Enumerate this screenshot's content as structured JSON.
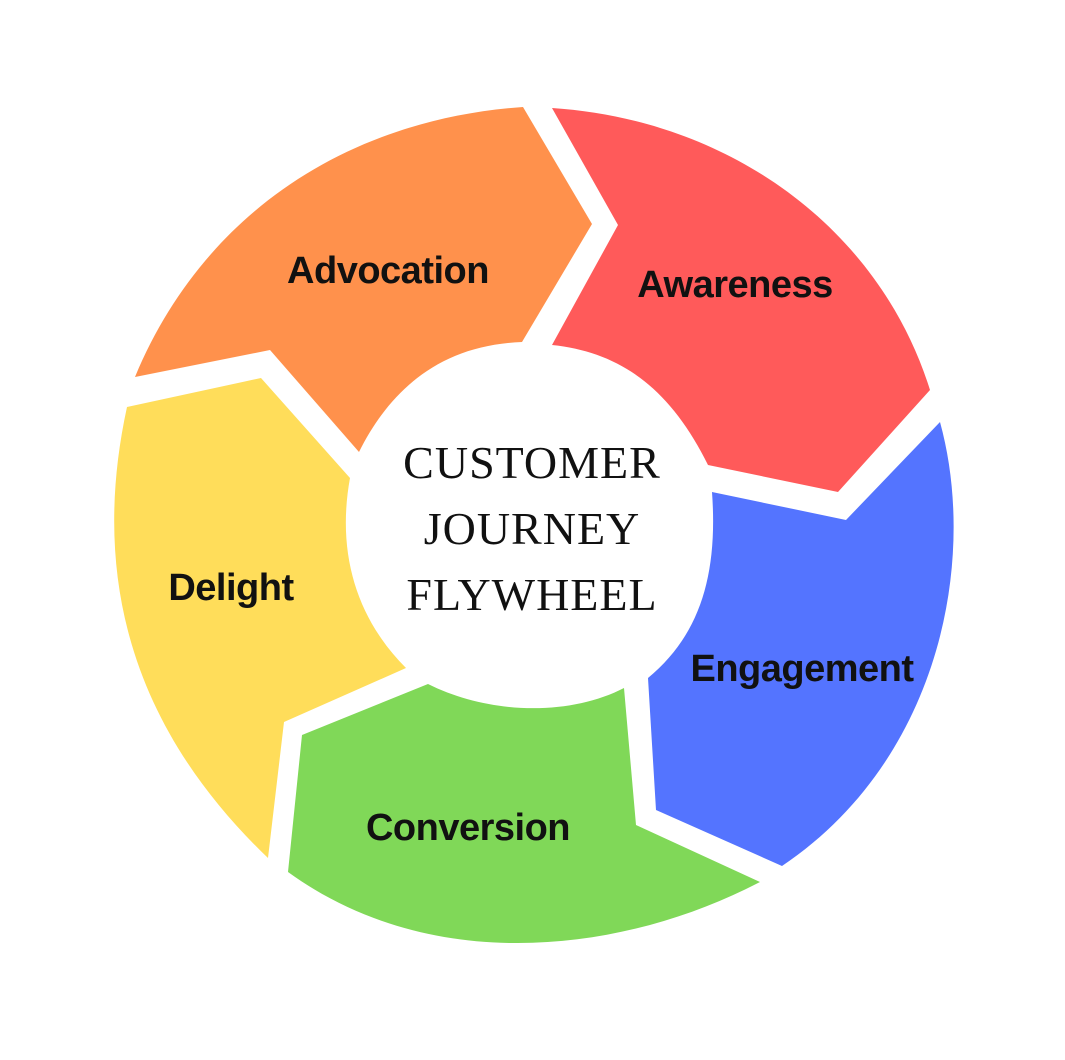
{
  "diagram": {
    "center": {
      "lines": [
        "CUSTOMER",
        "JOURNEY",
        "FLYWHEEL"
      ]
    },
    "segments": [
      {
        "id": "awareness",
        "label": "Awareness",
        "color": "#FF5A5A"
      },
      {
        "id": "engagement",
        "label": "Engagement",
        "color": "#5474FF"
      },
      {
        "id": "conversion",
        "label": "Conversion",
        "color": "#80D858"
      },
      {
        "id": "delight",
        "label": "Delight",
        "color": "#FFDD5A"
      },
      {
        "id": "advocation",
        "label": "Advocation",
        "color": "#FF914C"
      }
    ]
  }
}
